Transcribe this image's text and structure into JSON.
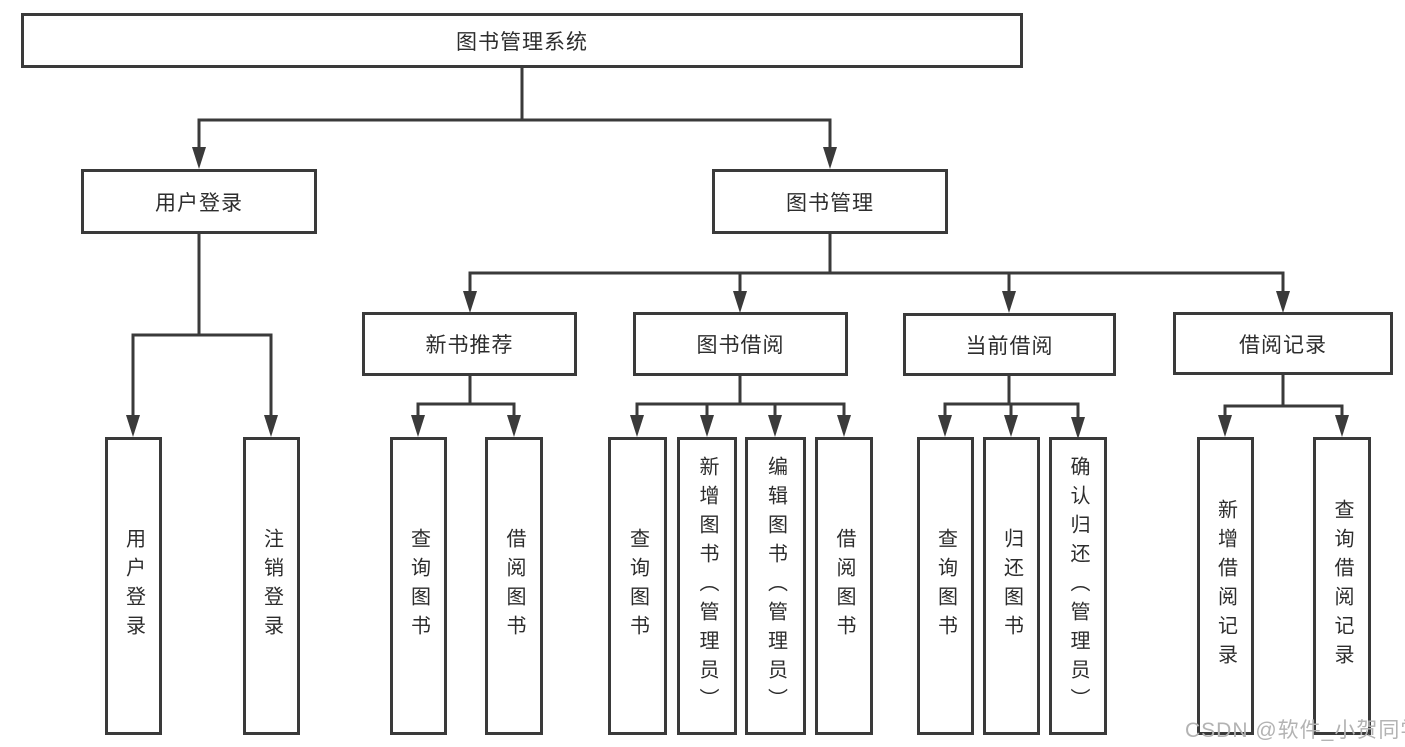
{
  "diagram": {
    "type": "hierarchy-tree",
    "root": {
      "label": "图书管理系统"
    },
    "level2": {
      "user_login": {
        "label": "用户登录"
      },
      "book_mgmt": {
        "label": "图书管理"
      }
    },
    "level3": {
      "new_book_rec": {
        "label": "新书推荐",
        "parent": "图书管理"
      },
      "book_borrow": {
        "label": "图书借阅",
        "parent": "图书管理"
      },
      "current_borrow": {
        "label": "当前借阅",
        "parent": "图书管理"
      },
      "borrow_records": {
        "label": "借阅记录",
        "parent": "图书管理"
      }
    },
    "leaves": {
      "user_login_leaf": {
        "label": "用户登录",
        "parent": "用户登录"
      },
      "logout": {
        "label": "注销登录",
        "parent": "用户登录"
      },
      "rec_query_books": {
        "label": "查询图书",
        "parent": "新书推荐"
      },
      "rec_borrow_books": {
        "label": "借阅图书",
        "parent": "新书推荐"
      },
      "bb_query_books": {
        "label": "查询图书",
        "parent": "图书借阅"
      },
      "bb_add_books": {
        "label": "新增图书（管理员）",
        "parent": "图书借阅"
      },
      "bb_edit_books": {
        "label": "编辑图书（管理员）",
        "parent": "图书借阅"
      },
      "bb_borrow_books": {
        "label": "借阅图书",
        "parent": "图书借阅"
      },
      "cb_query_books": {
        "label": "查询图书",
        "parent": "当前借阅"
      },
      "cb_return_books": {
        "label": "归还图书",
        "parent": "当前借阅"
      },
      "cb_confirm_return": {
        "label": "确认归还（管理员）",
        "parent": "当前借阅"
      },
      "br_add_record": {
        "label": "新增借阅记录",
        "parent": "借阅记录"
      },
      "br_query_record": {
        "label": "查询借阅记录",
        "parent": "借阅记录"
      }
    }
  },
  "watermark": {
    "text": "CSDN @软件_小贺同学"
  },
  "colors": {
    "line": "#3a3a3a",
    "box_border": "#3a3a3a",
    "text": "#2d2d2d",
    "background": "#ffffff",
    "watermark": "#b3b3b3"
  }
}
